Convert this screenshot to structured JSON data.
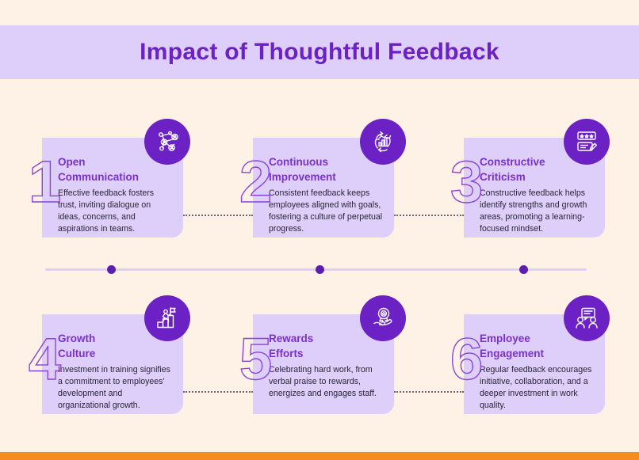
{
  "page": {
    "background_color": "#FDF2E5",
    "accent_purple": "#6B21C4",
    "card_fill": "#DDCFFA",
    "heading_color": "#7B30C9",
    "body_color": "#2A2438",
    "bottom_bar_color": "#F68B1F"
  },
  "header": {
    "title": "Impact of Thoughtful Feedback",
    "band_color": "#DDCFFA"
  },
  "cards": [
    {
      "number": "1",
      "title": "Open\nCommunication",
      "body": "Effective feedback fosters trust, inviting dialogue on ideas, concerns, and aspirations in teams.",
      "icon": "network-people-icon"
    },
    {
      "number": "2",
      "title": "Continuous\nImprovement",
      "body": "Consistent feedback keeps employees aligned with goals, fostering a culture of perpetual progress.",
      "icon": "cycle-growth-chart-icon"
    },
    {
      "number": "3",
      "title": "Constructive\nCriticism",
      "body": "Constructive feedback helps identify strengths and growth areas, promoting a learning-focused mindset.",
      "icon": "review-stars-edit-icon"
    },
    {
      "number": "4",
      "title": "Growth\nCulture",
      "body": "Investment in training signifies a commitment to employees' development and organizational growth.",
      "icon": "person-climbing-stairs-flag-icon"
    },
    {
      "number": "5",
      "title": "Rewards\nEfforts",
      "body": "Celebrating hard work, from verbal praise to rewards, energizes and engages staff.",
      "icon": "hand-award-medal-icon"
    },
    {
      "number": "6",
      "title": "Employee\nEngagement",
      "body": "Regular feedback encourages initiative, collaboration, and a deeper investment in work quality.",
      "icon": "people-speech-bubble-icon"
    }
  ],
  "divider": {
    "line_color": "#DDCFFA",
    "dot_color": "#5B1FB0",
    "dot_count": 3
  }
}
